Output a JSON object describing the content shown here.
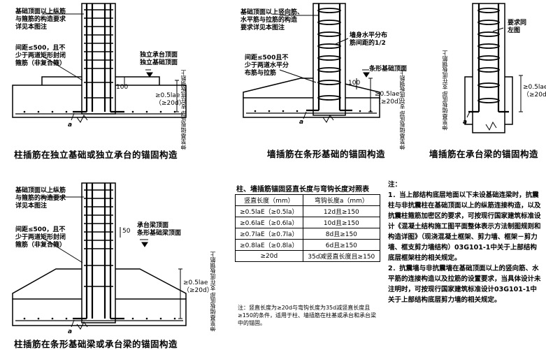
{
  "diagram1": {
    "label_top": "基础顶面以上纵筋\n与箍筋的构造要求\n详见本图注",
    "label_mid": "间距≤500，且不\n少于两道矩形封闭\n箍筋（非复合箍）",
    "label_right": "独立承台顶面\n独立基础顶面",
    "dim_100": "100",
    "dim_a": "≥0.5lae\n（≥20d）",
    "vert": "伸至基础板底部\n支在底板钢筋上",
    "marker": "a",
    "caption": "柱插筋在独立基础或独立承台的锚固构造"
  },
  "diagram2": {
    "label_top": "基础顶面以上竖向筋、\n水平筋与拉筋的构造\n要求详见本图注",
    "label_wall": "墙身水平分布\n筋间距的1/2",
    "label_mid": "间距≤500且不\n少于两道水平分\n布筋与拉筋",
    "label_right": "条形基础顶面",
    "dim_100": "100",
    "dim_a": "≥0.5lae\n（≥20d）",
    "vert": "伸至基础板底部\n支在底板钢筋上",
    "marker": "a",
    "caption": "墙插筋在条形基础的锚固构造"
  },
  "diagram3": {
    "label_req": "要求同\n左图",
    "dim_a": "≥0.5lae\n（≥20d）",
    "vert": "伸至基础板底部\n支在底板钢筋上",
    "marker": "a",
    "caption": "墙插筋在承台梁的锚固构造"
  },
  "diagram4": {
    "label_top": "基础顶面以上纵筋\n与箍筋的构造要求\n详见本图注",
    "label_mid": "间距≤500，且不\n少于两道矩形封闭\n箍筋（非复合箍）",
    "label_right": "承台梁顶面\n条形基础梁顶面",
    "dim_50": "50",
    "dim_a": "≥0.5lae\n（≥20d）",
    "vert": "伸至基础板底部\n支在底板钢筋上",
    "marker": "a",
    "caption": "柱插筋在条形基础梁或承台梁的锚固构造"
  },
  "table": {
    "title": "柱、墙插筋锚固竖直长度与弯钩长度对照表",
    "headers": [
      "竖直长度（mm）",
      "弯钩长度a（mm）"
    ],
    "rows": [
      [
        "≥0.5laE（≥0.5la）",
        "12d且≥150"
      ],
      [
        "≥0.6laE（≥0.6la）",
        "10d且≥150"
      ],
      [
        "≥0.7laE（≥0.7la）",
        "8d且≥150"
      ],
      [
        "≥0.8laE（≥0.8la）",
        "6d且≥150"
      ],
      [
        "≥20d",
        "35d减竖直长度且≥150"
      ]
    ],
    "note": "注：竖直长度为≥20d与弯钩长度为35d减竖直长度且≥150的条件，适用于柱、墙插筋在柱基或承台和承台梁中的锚固。"
  },
  "notes": {
    "heading": "注：",
    "item1": "1．当上部结构底层地面以下未设基础连梁时，抗震柱与非抗震柱在基础顶面以上的纵筋连接构造，以及抗震柱箍筋加密区的要求，可按现行国家建筑标准设计《混凝土结构施工图平面整体表示方法制图规则和构造详图》（现浇混凝土框架、剪力墙、框架－剪力墙、框支剪力墙结构）03G101-1中关于上部结构底层框架柱的相关规定。",
    "item2": "2．抗震墙与非抗震墙在基础顶面以上的竖向筋、水平筋的连接构造以及拉筋的设置要求，当具体设计未注明时，可按现行国家建筑标准设计03G101-1中关于上部结构底层剪力墙的相关规定。"
  }
}
